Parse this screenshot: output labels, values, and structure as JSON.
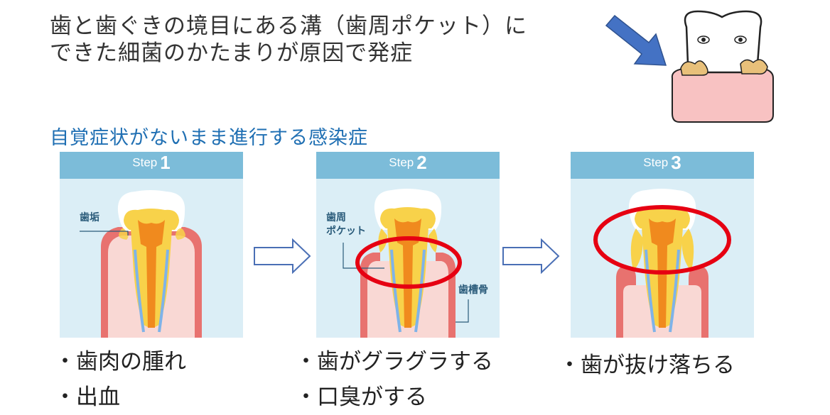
{
  "intro": {
    "line1": "歯と歯ぐきの境目にある溝（歯周ポケット）に",
    "line2": "できた細菌のかたまりが原因で発症"
  },
  "subtitle": "自覚症状がないまま進行する感染症",
  "colors": {
    "subtitle": "#1f6fb3",
    "panel_header": "#7cbcd9",
    "panel_bg": "#dbeef6",
    "highlight_ring": "#e60012",
    "pointer_arrow": "#4472c4",
    "gum": "#f4a9a8"
  },
  "steps": [
    {
      "step_word": "Step",
      "step_num": "1",
      "labels": [
        "歯垢"
      ],
      "symptoms": [
        "・歯肉の腫れ",
        "・出血"
      ]
    },
    {
      "step_word": "Step",
      "step_num": "2",
      "labels": [
        "歯周",
        "ポケット",
        "歯槽骨"
      ],
      "symptoms": [
        "・歯がグラグラする",
        "・口臭がする"
      ]
    },
    {
      "step_word": "Step",
      "step_num": "3",
      "labels": [],
      "symptoms": [
        "・歯が抜け落ちる"
      ]
    }
  ],
  "icons": [
    "pointer-arrow-icon",
    "sick-tooth-icon",
    "next-step-arrow-icon"
  ]
}
